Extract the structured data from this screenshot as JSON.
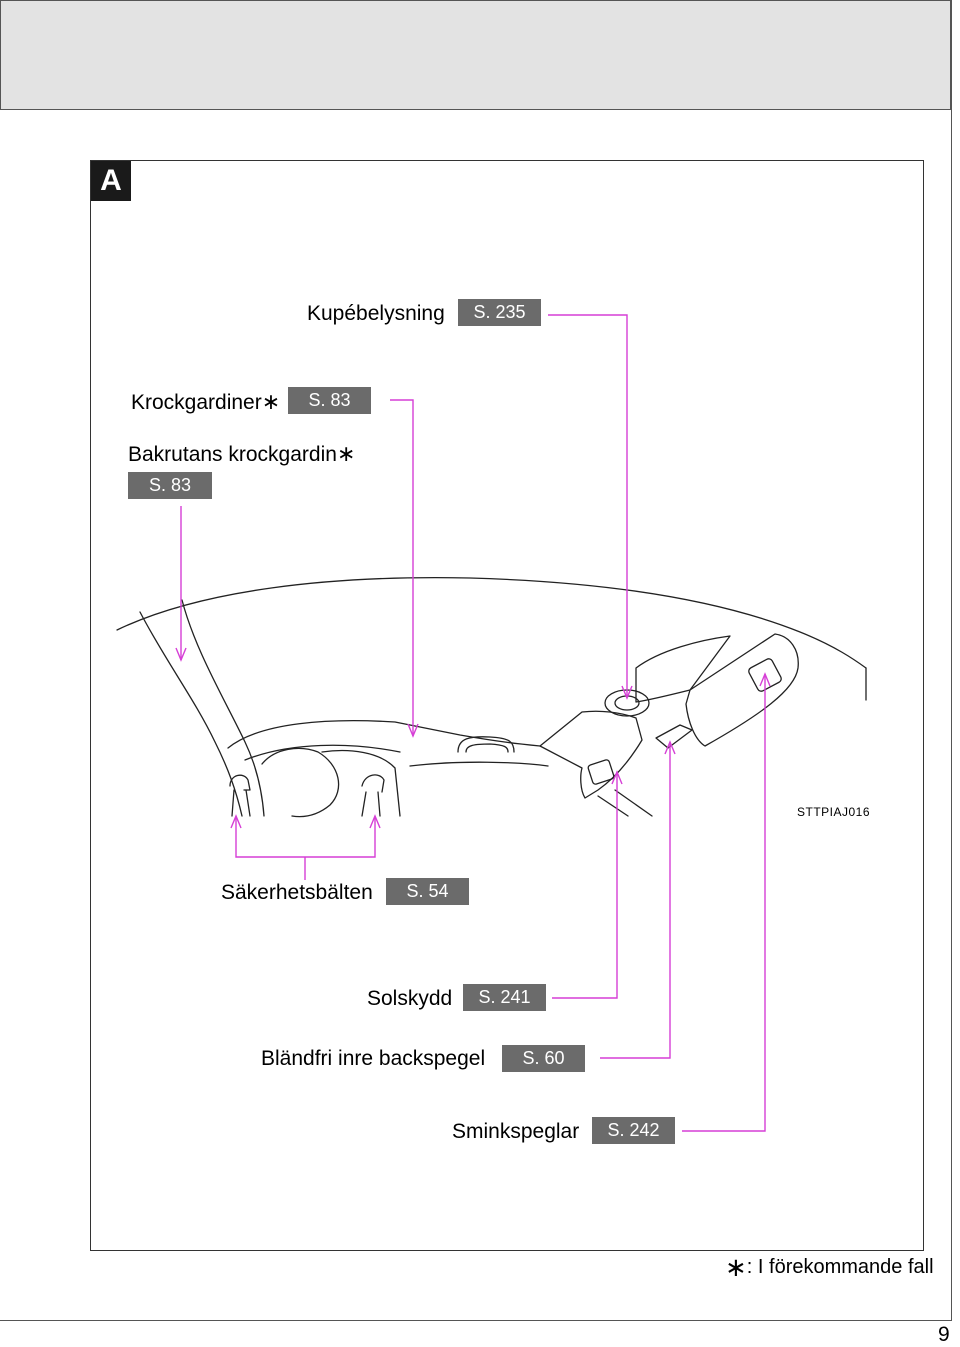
{
  "section_tab": "A",
  "callouts": {
    "kupebelysning": {
      "label": "Kupébelysning",
      "page": "S. 235"
    },
    "krockgardiner": {
      "label": "Krockgardiner",
      "marker": "∗",
      "page": "S. 83"
    },
    "bakrutans": {
      "label": "Bakrutans krockgardin",
      "marker": "∗",
      "page": "S. 83"
    },
    "sakerhetsbalten": {
      "label": "Säkerhetsbälten",
      "page": "S. 54"
    },
    "solskydd": {
      "label": "Solskydd",
      "page": "S. 241"
    },
    "blandfri": {
      "label": "Bländfri inre backspegel",
      "page": "S. 60"
    },
    "sminkspeglar": {
      "label": "Sminkspeglar",
      "page": "S. 242"
    }
  },
  "illustration_code": "STTPIAJ016",
  "footnote": {
    "marker": "∗",
    "text": ": I förekommande fall"
  },
  "page_number": "9",
  "colors": {
    "leader": "#d63fd6",
    "page_box": "#6b6b6b",
    "section_tab": "#1a1a1a"
  }
}
